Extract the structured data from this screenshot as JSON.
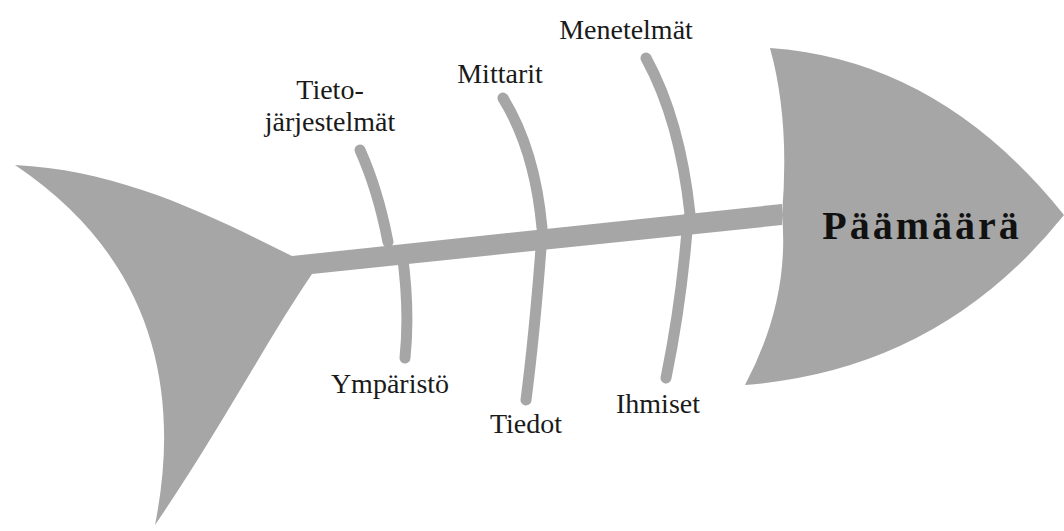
{
  "diagram": {
    "nodes": [
      {
        "text": [
          "Päämäärä"
        ]
      }
    ],
    "labels": [
      "Tieto- järjestelmät",
      "Mittarit",
      "Menetelmät",
      "Ympäristö",
      "Tiedot",
      "Ihmiset"
    ]
  }
}
